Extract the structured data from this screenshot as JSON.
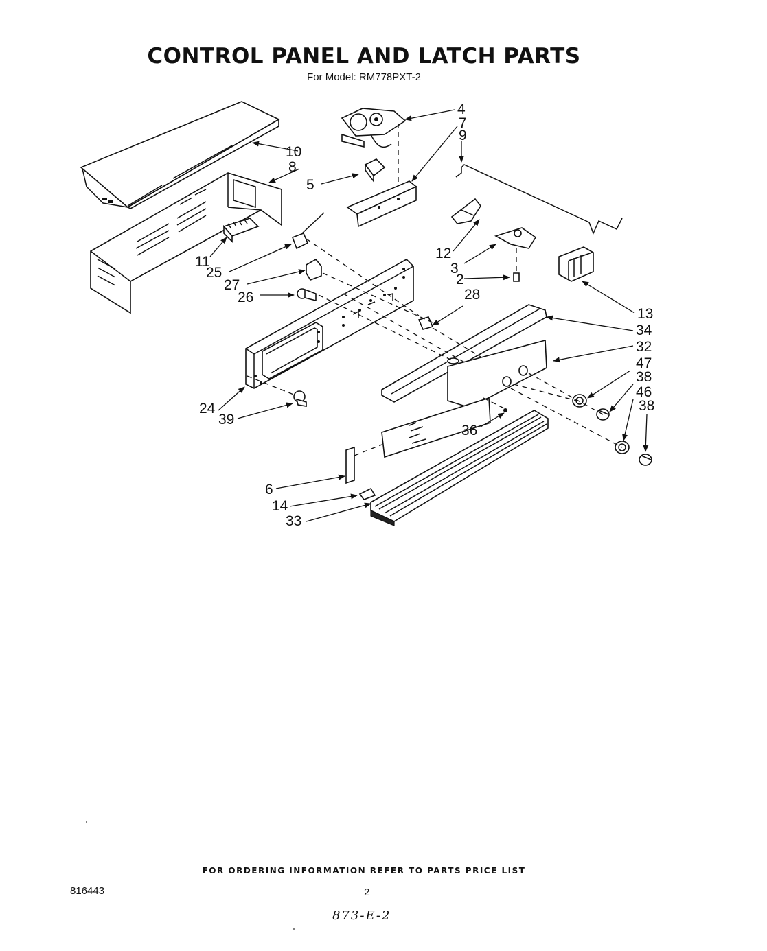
{
  "header": {
    "title": "CONTROL PANEL AND LATCH PARTS",
    "model_line": "For Model: RM778PXT-2"
  },
  "callouts": {
    "c2": "2",
    "c3": "3",
    "c4": "4",
    "c5": "5",
    "c6": "6",
    "c7": "7",
    "c8": "8",
    "c9": "9",
    "c10": "10",
    "c11": "11",
    "c12": "12",
    "c13": "13",
    "c14": "14",
    "c24": "24",
    "c25": "25",
    "c26": "26",
    "c27": "27",
    "c28": "28",
    "c32": "32",
    "c33": "33",
    "c34": "34",
    "c36": "36",
    "c38a": "38",
    "c38b": "38",
    "c39": "39",
    "c46": "46",
    "c47": "47"
  },
  "footer": {
    "ordering_note": "FOR ORDERING INFORMATION REFER TO PARTS PRICE LIST",
    "doc_number": "816443",
    "page_number": "2",
    "handwritten_code": "873-E-2"
  }
}
